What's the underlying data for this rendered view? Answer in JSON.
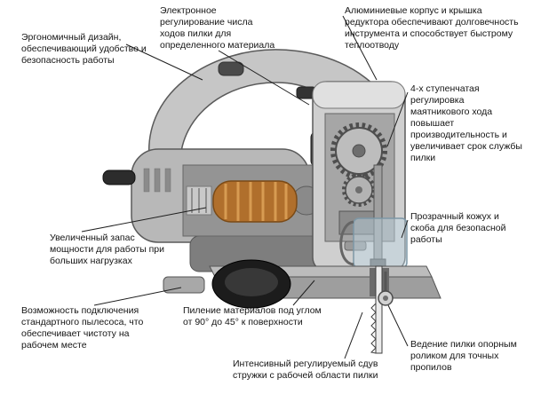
{
  "figure": {
    "subject": "jigsaw-cutaway-diagram",
    "labels": [
      {
        "id": "ergonomic-design",
        "text": "Эргономичный дизайн, обеспечивающий удобство и безопасность работы"
      },
      {
        "id": "electronic-stroke-control",
        "text": "Электронное регулирование числа ходов пилки для определенного материала"
      },
      {
        "id": "aluminium-housing",
        "text": "Алюминиевые корпус и крышка редуктора обеспечивают долговечность инструмента и способствует быстрому теплоотводу"
      },
      {
        "id": "pendulum-adjustment",
        "text": "4-х ступенчатая регулировка маятникового хода повышает производительность и увеличивает срок службы пилки"
      },
      {
        "id": "transparent-guard",
        "text": "Прозрачный кожух и скоба для безопасной работы"
      },
      {
        "id": "power-reserve",
        "text": "Увеличенный запас мощности для работы при больших нагрузках"
      },
      {
        "id": "vacuum-connection",
        "text": "Возможность подключения стандартного пылесоса, что обеспечивает чистоту на рабочем месте"
      },
      {
        "id": "bevel-cutting",
        "text": "Пиление материалов под углом от 90° до 45° к поверхности"
      },
      {
        "id": "chip-blower",
        "text": "Интенсивный регулируемый сдув стружки с рабочей области пилки"
      },
      {
        "id": "blade-roller-guide",
        "text": "Ведение пилки опорным роликом для точных пропилов"
      }
    ],
    "colors": {
      "body_grey": "#c6c6c6",
      "front_housing_grey": "#cfcfcf",
      "interior_grey": "#9a9a9a",
      "copper_armature": "#b06f2c",
      "black_parts": "#1f1f1f",
      "leader_line": "#1f1f1f",
      "background": "#ffffff"
    }
  }
}
